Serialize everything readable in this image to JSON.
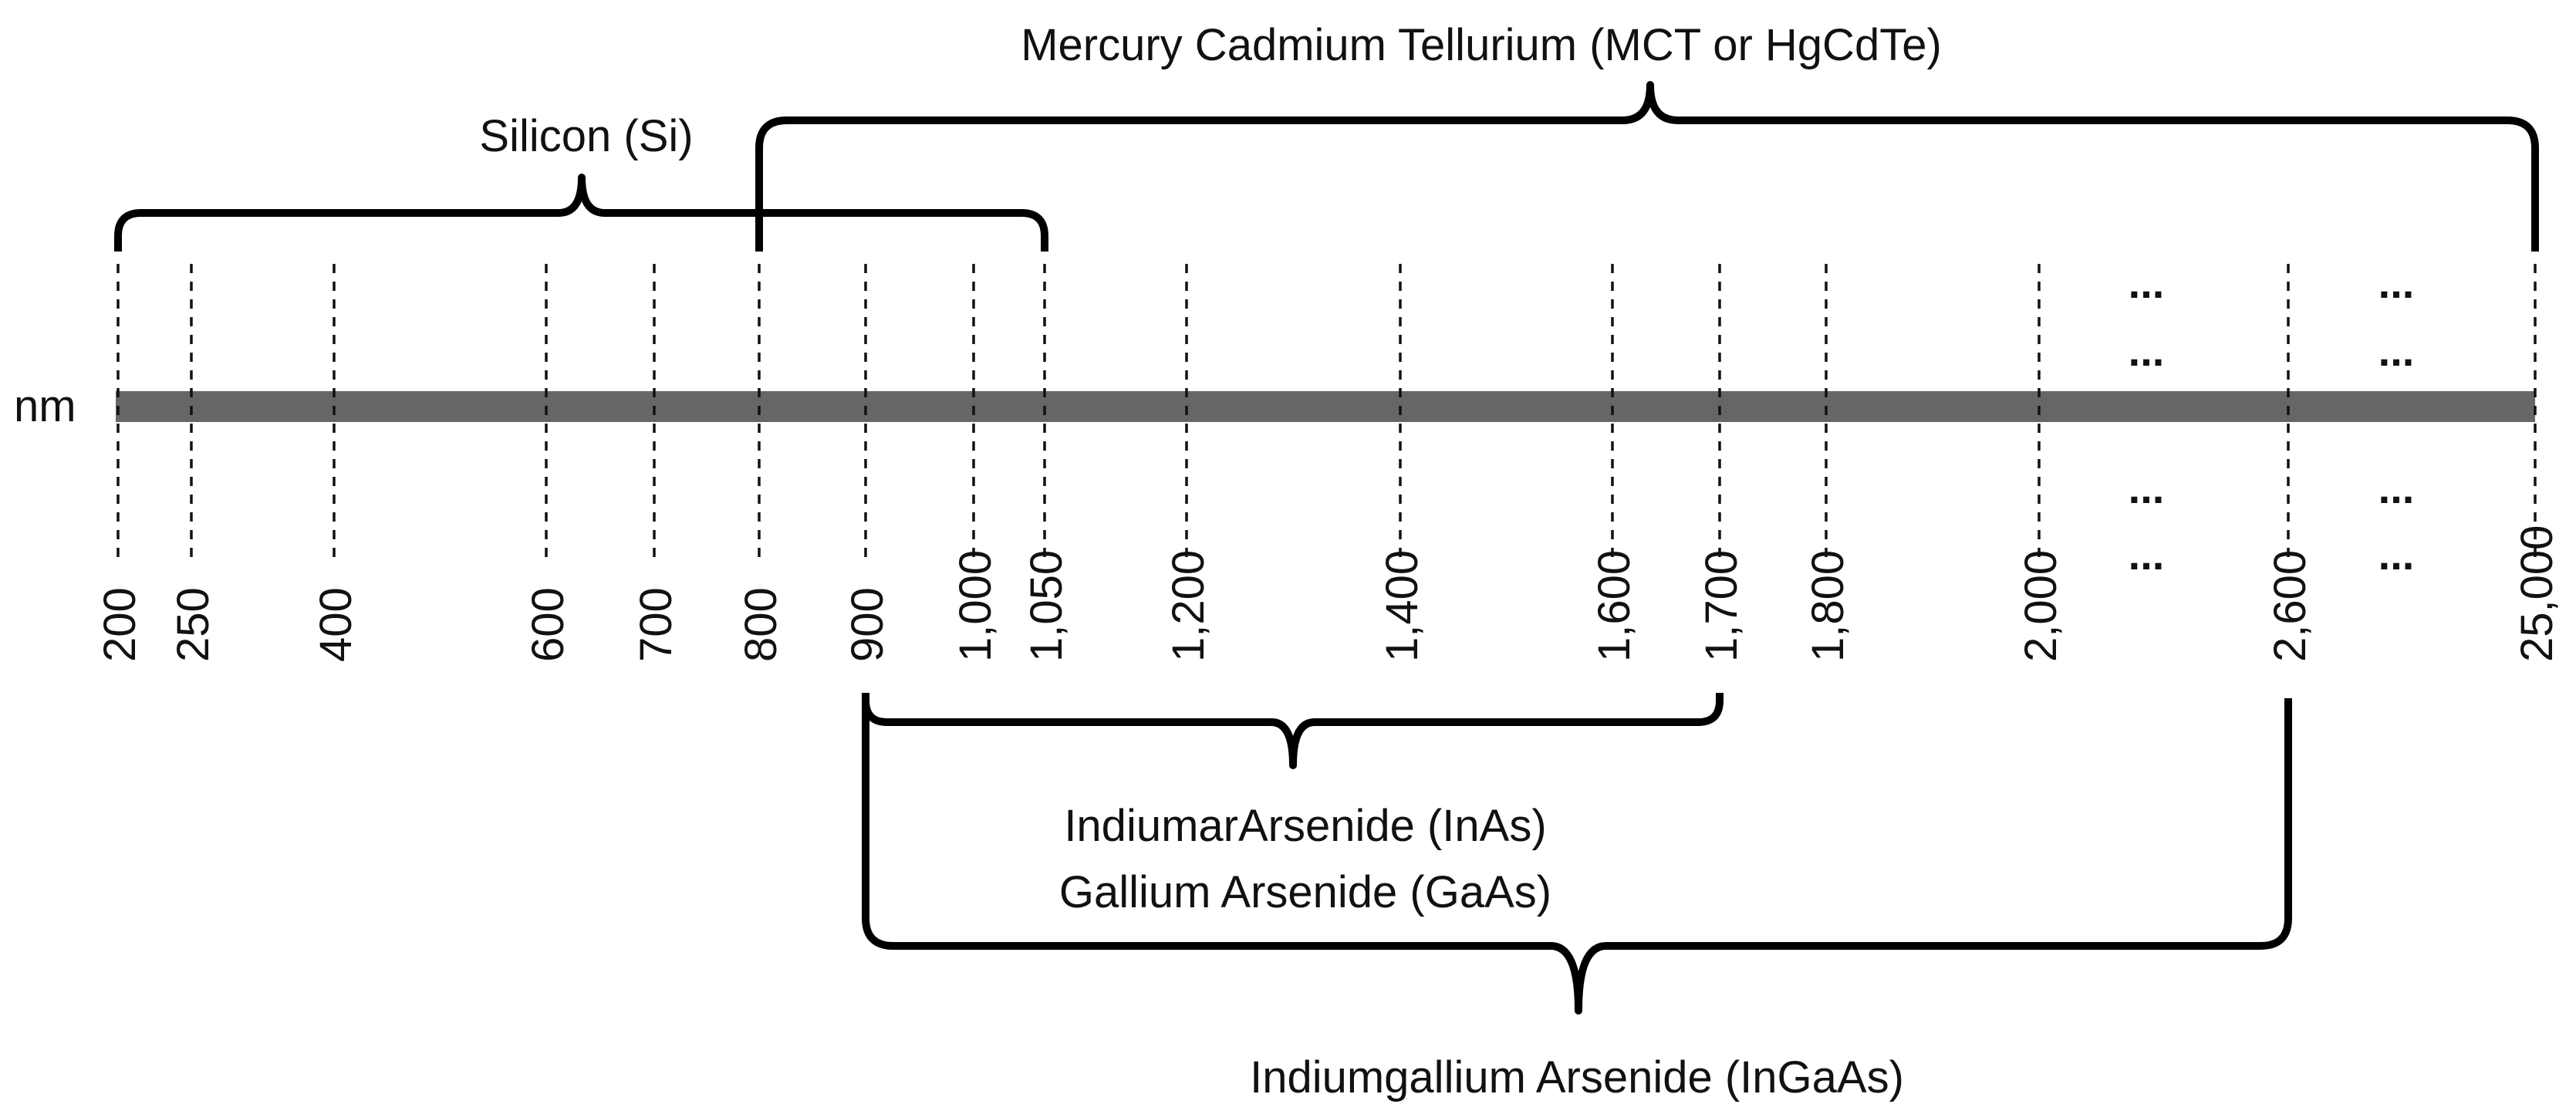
{
  "unit_label": "nm",
  "ticks": [
    {
      "label": "200",
      "dots_above": false,
      "dots_below": false
    },
    {
      "label": "250",
      "dots_above": false,
      "dots_below": false
    },
    {
      "label": "400",
      "dots_above": false,
      "dots_below": false
    },
    {
      "label": "600",
      "dots_above": false,
      "dots_below": false
    },
    {
      "label": "700",
      "dots_above": false,
      "dots_below": false
    },
    {
      "label": "800",
      "dots_above": false,
      "dots_below": false
    },
    {
      "label": "900",
      "dots_above": false,
      "dots_below": false
    },
    {
      "label": "1,000",
      "dots_above": false,
      "dots_below": false
    },
    {
      "label": "1,050",
      "dots_above": false,
      "dots_below": false
    },
    {
      "label": "1,200",
      "dots_above": false,
      "dots_below": false
    },
    {
      "label": "1,400",
      "dots_above": false,
      "dots_below": false
    },
    {
      "label": "1,600",
      "dots_above": false,
      "dots_below": false
    },
    {
      "label": "1,700",
      "dots_above": false,
      "dots_below": false
    },
    {
      "label": "1,800",
      "dots_above": false,
      "dots_below": false
    },
    {
      "label": "2,000",
      "dots_above": false,
      "dots_below": false
    },
    {
      "label": "",
      "dots_above": true,
      "dots_below": true
    },
    {
      "label": "2,600",
      "dots_above": false,
      "dots_below": false
    },
    {
      "label": "",
      "dots_above": true,
      "dots_below": true
    },
    {
      "label": "25,000",
      "dots_above": false,
      "dots_below": false
    }
  ],
  "dots_glyph": "...",
  "ranges": [
    {
      "name": "Silicon (Si)",
      "from": "200",
      "to": "1,050",
      "side": "above"
    },
    {
      "name": "Mercury Cadmium Tellurium (MCT or HgCdTe)",
      "from": "800",
      "to": "25,000",
      "side": "above"
    },
    {
      "name": "IndiumarArsenide (InAs)",
      "from": "900",
      "to": "1,700",
      "side": "below"
    },
    {
      "name": "Gallium Arsenide (GaAs)",
      "from": "900",
      "to": "1,700",
      "side": "below"
    },
    {
      "name": "Indiumgallium Arsenide (InGaAs)",
      "from": "900",
      "to": "2,600",
      "side": "below"
    }
  ],
  "colors": {
    "axis_bar": "#666666",
    "ink": "#111111"
  }
}
